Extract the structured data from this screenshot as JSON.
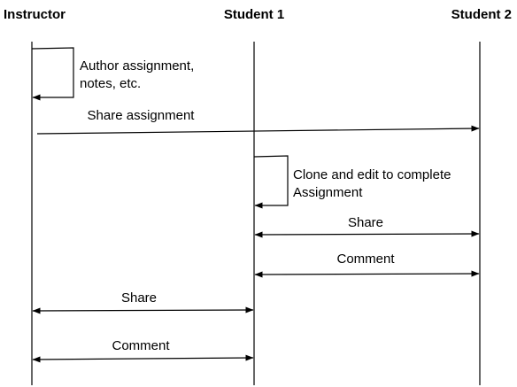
{
  "actors": [
    {
      "id": "instructor",
      "label": "Instructor"
    },
    {
      "id": "student1",
      "label": "Student 1"
    },
    {
      "id": "student2",
      "label": "Student 2"
    }
  ],
  "messages": [
    {
      "id": "self-author",
      "from": "instructor",
      "to": "instructor",
      "type": "self",
      "lines": [
        "Author assignment,",
        "notes, etc."
      ]
    },
    {
      "id": "share-assignment",
      "from": "instructor",
      "to": "student2",
      "type": "arrow",
      "lines": [
        "Share assignment"
      ]
    },
    {
      "id": "self-clone",
      "from": "student1",
      "to": "student1",
      "type": "self",
      "lines": [
        "Clone and edit to complete",
        "Assignment"
      ]
    },
    {
      "id": "share-s1-s2",
      "from": "student1",
      "to": "student2",
      "type": "bidirectional",
      "lines": [
        "Share"
      ]
    },
    {
      "id": "comment-s1-s2",
      "from": "student1",
      "to": "student2",
      "type": "bidirectional",
      "lines": [
        "Comment"
      ]
    },
    {
      "id": "share-i-s1",
      "from": "instructor",
      "to": "student1",
      "type": "bidirectional",
      "lines": [
        "Share"
      ]
    },
    {
      "id": "comment-i-s1",
      "from": "instructor",
      "to": "student1",
      "type": "bidirectional",
      "lines": [
        "Comment"
      ]
    }
  ]
}
